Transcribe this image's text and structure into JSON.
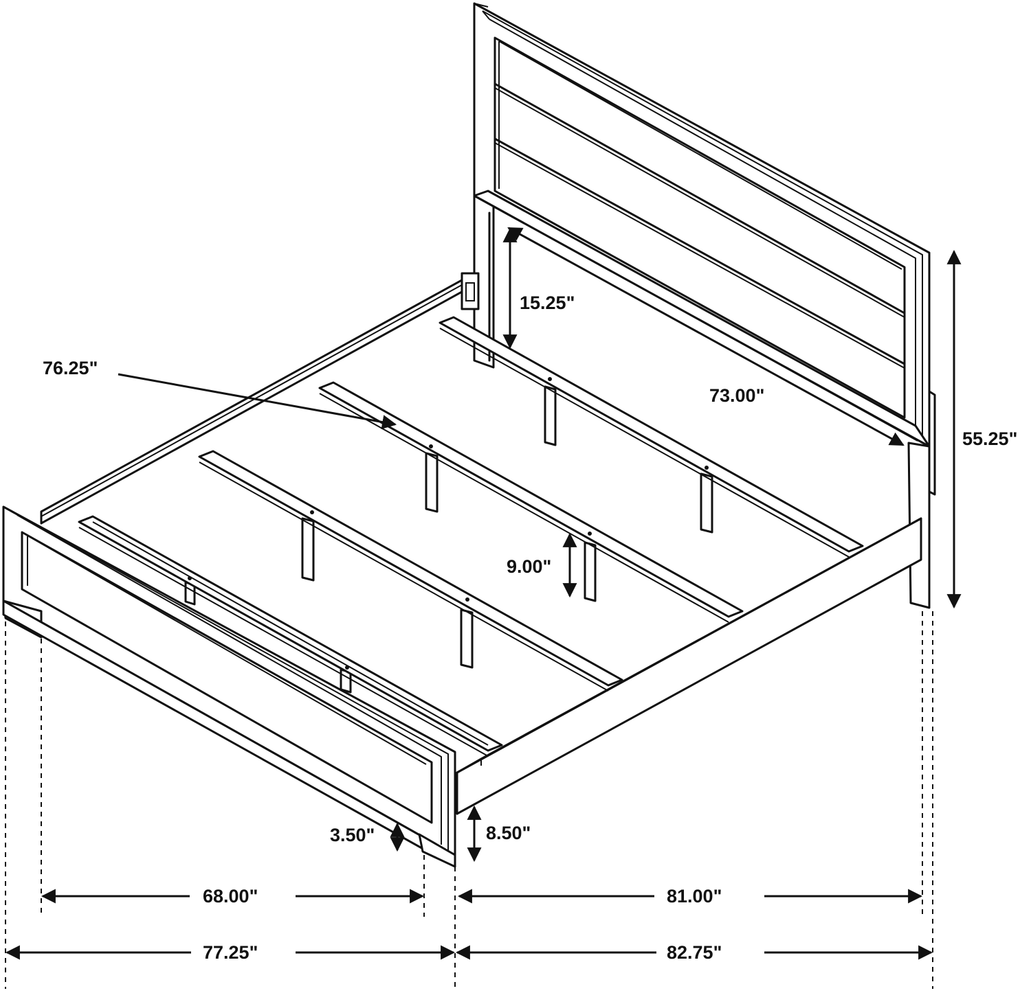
{
  "dimensions": {
    "slat_length": "76.25\"",
    "headboard_upper": "15.25\"",
    "headboard_inner_width": "73.00\"",
    "overall_height": "55.25\"",
    "rail_height": "9.00\"",
    "foot_clearance": "3.50\"",
    "rail_clearance": "8.50\"",
    "inner_width": "68.00\"",
    "inner_length": "81.00\"",
    "overall_width": "77.25\"",
    "overall_length": "82.75\""
  },
  "colors": {
    "line": "#111111",
    "background": "#ffffff"
  }
}
